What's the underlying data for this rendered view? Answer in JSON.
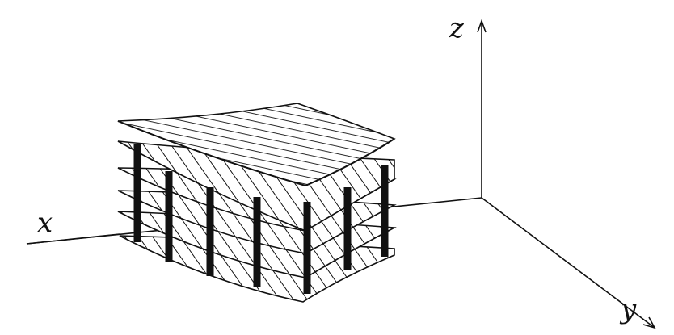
{
  "axes": {
    "x_label": "x",
    "y_label": "y",
    "z_label": "z"
  },
  "figure": {
    "surfaces": [
      {
        "id": "bottom",
        "hatch": "diagonal"
      },
      {
        "id": "layer-2",
        "hatch": "diagonal"
      },
      {
        "id": "layer-3",
        "hatch": "diagonal"
      },
      {
        "id": "top",
        "hatch": "horizontal"
      }
    ],
    "posts": 7
  },
  "colors": {
    "ink": "#111111",
    "background": "#ffffff"
  }
}
